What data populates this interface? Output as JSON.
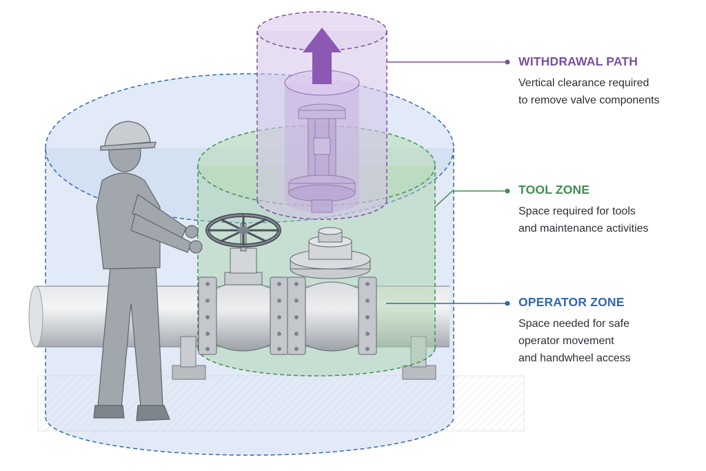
{
  "colors": {
    "withdrawal": "#7a4f9c",
    "tool": "#3f8f4f",
    "operator": "#2f67b1",
    "operator_fill": "#bcd0ec",
    "tool_fill": "#a9d3a6",
    "withdrawal_fill": "#d4c2e8",
    "pipe": "#c9cdd2",
    "valve": "#aeb3b9",
    "worker": "#9a9fa6"
  },
  "callouts": {
    "withdrawal": {
      "title": "WITHDRAWAL PATH",
      "line1": "Vertical clearance required",
      "line2": "to remove valve components"
    },
    "tool": {
      "title": "TOOL ZONE",
      "line1": "Space required for tools",
      "line2": "and maintenance activities"
    },
    "operator": {
      "title": "OPERATOR ZONE",
      "line1": "Space needed for safe",
      "line2": "operator movement",
      "line3": "and handwheel access"
    }
  },
  "icons": {
    "arrow": "up-arrow-icon",
    "worker": "worker-with-hard-hat-icon",
    "handwheel": "handwheel-icon"
  }
}
